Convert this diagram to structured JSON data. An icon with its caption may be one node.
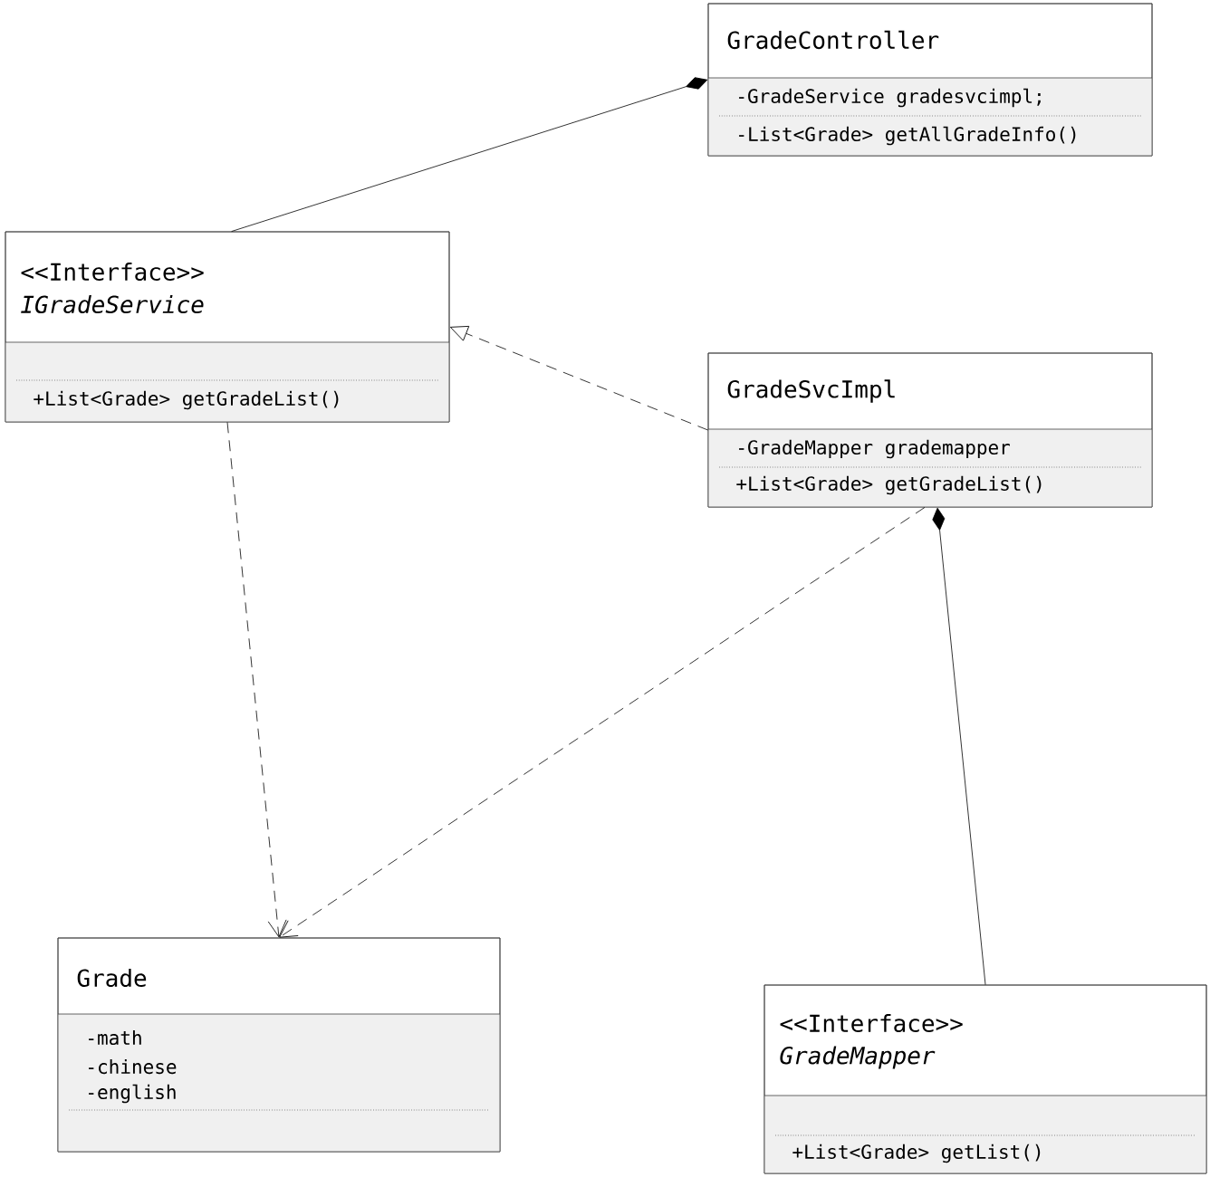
{
  "diagram": {
    "nodes": [
      {
        "text": [
          "GradeController",
          "-GradeService gradesvcimpl;",
          "-List<Grade> getAllGradeInfo()"
        ]
      },
      {
        "text": [
          "<<Interface>>",
          "IGradeService",
          "+List<Grade> getGradeList()"
        ]
      },
      {
        "text": [
          "GradeSvcImpl",
          "-GradeMapper grademapper",
          "+List<Grade> getGradeList()"
        ]
      },
      {
        "text": [
          "Grade",
          "-math",
          "-chinese",
          "-english"
        ]
      },
      {
        "text": [
          "<<Interface>>",
          "GradeMapper",
          "+List<Grade> getList()"
        ]
      }
    ],
    "edges": [
      {
        "from": 1,
        "to": 0,
        "arrow": "other"
      },
      {
        "from": 2,
        "to": 1,
        "arrow": "to",
        "style": "dashed"
      },
      {
        "from": 1,
        "to": 3,
        "arrow": "to",
        "style": "dashed"
      },
      {
        "from": 2,
        "to": 3,
        "arrow": "to",
        "style": "dashed"
      },
      {
        "from": 4,
        "to": 2,
        "arrow": "other"
      }
    ]
  }
}
